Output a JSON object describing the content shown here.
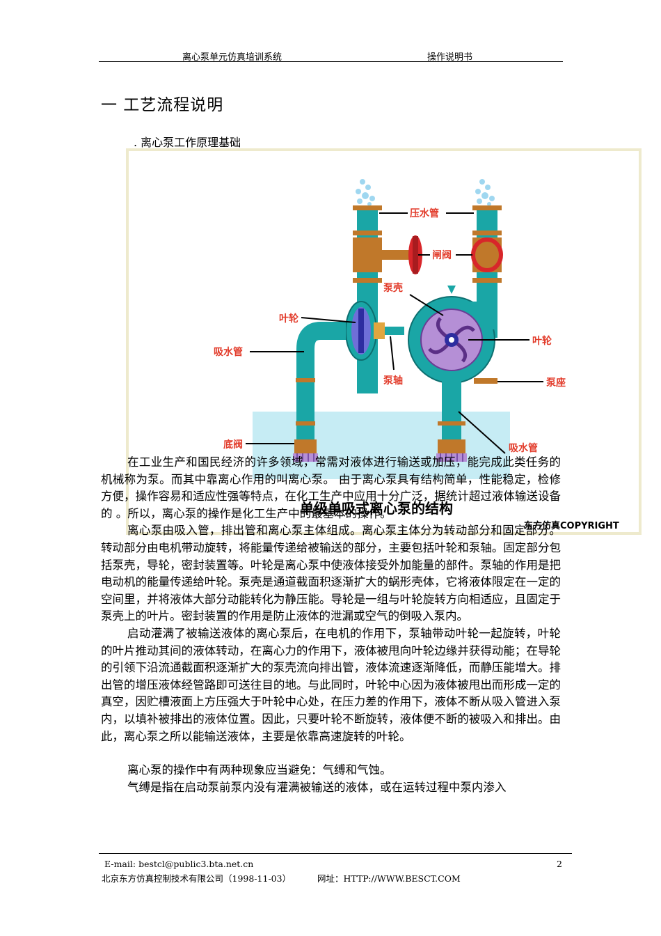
{
  "header": {
    "left": "离心泵单元仿真培训系统",
    "right": "操作说明书"
  },
  "section_title": "一  工艺流程说明",
  "subsection_title": ". 离心泵工作原理基础",
  "figure": {
    "labels": {
      "outlet_pipe": "压水管",
      "gate_valve": "闸阀",
      "pump_casing": "泵壳",
      "impeller_left": "叶轮",
      "suction_pipe": "吸水管",
      "pump_shaft": "泵轴",
      "impeller_right": "叶轮",
      "pump_base": "泵座",
      "foot_valve": "底阀",
      "inlet_pipe": "吸水管"
    },
    "caption": "单级单吸式离心泵的结构",
    "copyright": "东方仿真COPYRIGHT"
  },
  "paragraphs": [
    "在工业生产和国民经济的许多领域，常需对液体进行输送或加压，能完成此类任务的机械称为泵。而其中靠离心作用的叫离心泵。 由于离心泵具有结构简单，性能稳定，检修方便，操作容易和适应性强等特点，在化工生产中应用十分广泛，据统计超过液体输送设备的    。所以，离心泵的操作是化工生产中的最基本的操作。",
    "离心泵由吸入管，排出管和离心泵主体组成。离心泵主体分为转动部分和固定部分。转动部分由电机带动旋转，将能量传递给被输送的部分，主要包括叶轮和泵轴。固定部分包括泵壳，导轮，密封装置等。叶轮是离心泵中使液体接受外加能量的部件。泵轴的作用是把电动机的能量传递给叶轮。泵壳是通道截面积逐渐扩大的蜗形壳体，它将液体限定在一定的空间里，并将液体大部分动能转化为静压能。导轮是一组与叶轮旋转方向相适应，且固定于泵壳上的叶片。密封装置的作用是防止液体的泄漏或空气的倒吸入泵内。",
    "启动灌满了被输送液体的离心泵后，在电机的作用下，泵轴带动叶轮一起旋转，叶轮的叶片推动其间的液体转动，在离心力的作用下，液体被甩向叶轮边缘并获得动能；在导轮的引领下沿流通截面积逐渐扩大的泵壳流向排出管，液体流速逐渐降低，而静压能增大。排出管的增压液体经管路即可送往目的地。与此同时，叶轮中心因为液体被甩出而形成一定的真空，因贮槽液面上方压强大于叶轮中心处，在压力差的作用下，液体不断从吸入管进入泵内，以填补被排出的液体位置。因此，只要叶轮不断旋转，液体便不断的被吸入和排出。由此，离心泵之所以能输送液体，主要是依靠高速旋转的叶轮。",
    "离心泵的操作中有两种现象应当避免：气缚和气蚀。",
    "气缚是指在启动泵前泵内没有灌满被输送的液体，或在运转过程中泵内渗入"
  ],
  "footer": {
    "email": "E-mail: bestcl@public3.bta.net.cn",
    "page_number": "2",
    "company": "北京东方仿真控制技术有限公司（1998-11-03）",
    "website": "网址：HTTP://WWW.BESCT.COM"
  },
  "colors": {
    "pipe": "#1aa6a6",
    "flange": "#c0782a",
    "label_red": "#e23b2a",
    "water": "#c6ecf4",
    "frame": "#eeeacd",
    "impeller": "#b58fd6"
  }
}
